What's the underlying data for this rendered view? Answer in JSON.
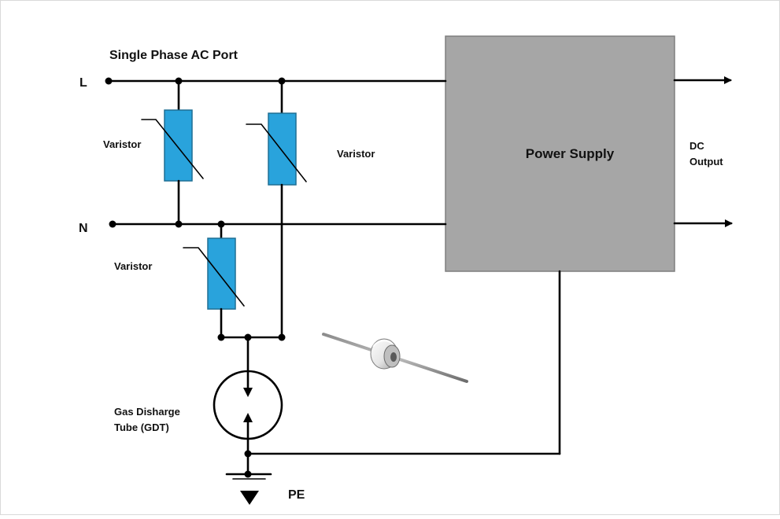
{
  "title": "Single Phase AC Port",
  "terminals": {
    "line": "L",
    "neutral": "N",
    "earth": "PE"
  },
  "components": {
    "varistor_1": "Varistor",
    "varistor_2": "Varistor",
    "varistor_3": "Varistor",
    "gdt": {
      "line1": "Gas Disharge",
      "line2": "Tube (GDT)"
    },
    "power_supply": "Power Supply"
  },
  "output": {
    "line1": "DC",
    "line2": "Output"
  },
  "colors": {
    "varistor_fill": "#29a3dc",
    "varistor_stroke": "#1f6f94",
    "power_supply_fill": "#a6a6a6",
    "power_supply_stroke": "#7f7f7f",
    "wire": "#000000"
  },
  "icons": {
    "gdt_photo": "gas-discharge-tube-component-icon",
    "ground": "ground-symbol-icon"
  }
}
